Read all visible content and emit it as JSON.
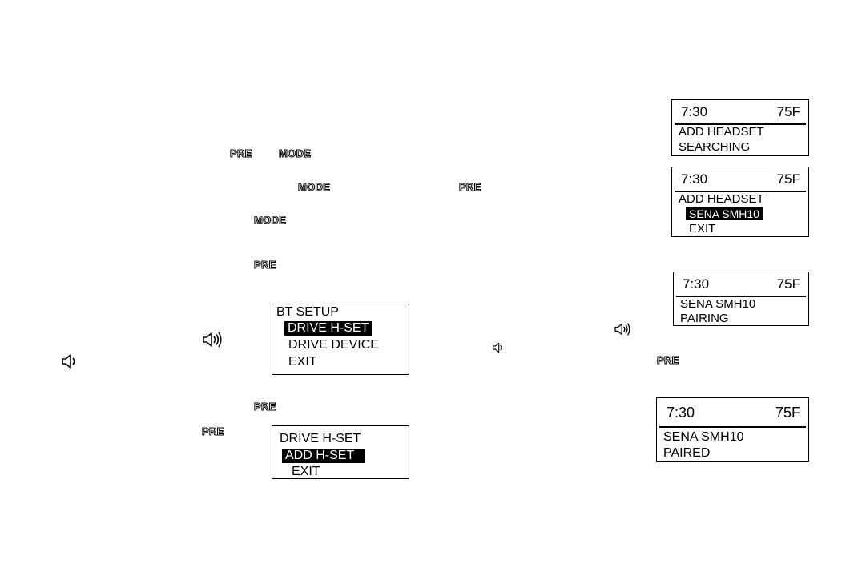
{
  "labels": {
    "pre": "PRE",
    "mode": "MODE"
  },
  "bt_setup_menu": {
    "title": "BT SETUP",
    "items": [
      "DRIVE H-SET",
      "DRIVE DEVICE",
      "EXIT"
    ],
    "selected_index": 0
  },
  "drive_hset_menu": {
    "title": "DRIVE H-SET",
    "items": [
      "ADD H-SET",
      "EXIT"
    ],
    "selected_index": 0
  },
  "screen_searching": {
    "time": "7:30",
    "temp": "75F",
    "line1": "ADD HEADSET",
    "line2": "SEARCHING"
  },
  "screen_found": {
    "time": "7:30",
    "temp": "75F",
    "line1": "ADD HEADSET",
    "selected": "SENA SMH10",
    "option": "EXIT"
  },
  "screen_pairing": {
    "time": "7:30",
    "temp": "75F",
    "line1": "SENA SMH10",
    "line2": "PAIRING"
  },
  "screen_paired": {
    "time": "7:30",
    "temp": "75F",
    "line1": "SENA SMH10",
    "line2": "PAIRED"
  },
  "icons": {
    "speaker_loud": "speaker-loud-icon",
    "speaker_soft": "speaker-soft-icon"
  }
}
